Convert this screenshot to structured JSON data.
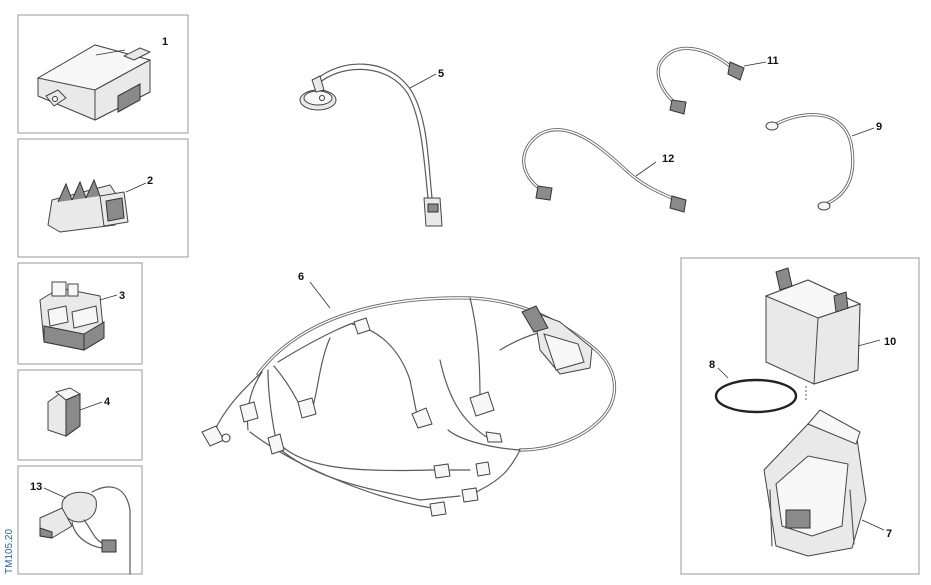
{
  "callouts": {
    "p1": "1",
    "p2": "2",
    "p3": "3",
    "p4": "4",
    "p5": "5",
    "p6": "6",
    "p7": "7",
    "p8": "8",
    "p9": "9",
    "p10": "10",
    "p11": "11",
    "p12": "12",
    "p13": "13"
  },
  "reference_code": "TM105.20",
  "colors": {
    "line": "#444444",
    "frame": "#9a9a9a",
    "reference_text": "#2a63a8"
  }
}
